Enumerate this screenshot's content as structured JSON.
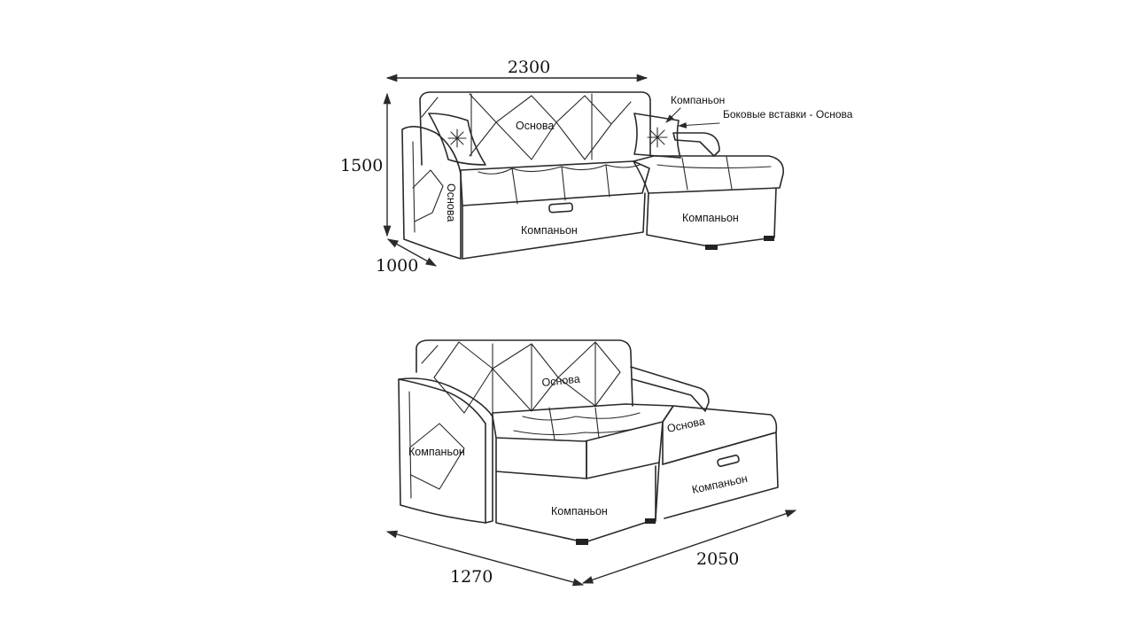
{
  "top_view": {
    "dim_width": "2300",
    "dim_height": "1500",
    "dim_depth": "1000",
    "label_back": "Основа",
    "label_arm": "Основа",
    "label_base": "Компаньон",
    "label_ottoman": "Компаньон",
    "callout_pillow": "Компаньон",
    "callout_side": "Боковые вставки - Основа"
  },
  "bottom_view": {
    "dim_left": "1270",
    "dim_right": "2050",
    "label_back": "Основа",
    "label_seat": "Основа",
    "label_arm": "Компаньон",
    "label_base_left": "Компаньон",
    "label_base_right": "Компаньон"
  }
}
